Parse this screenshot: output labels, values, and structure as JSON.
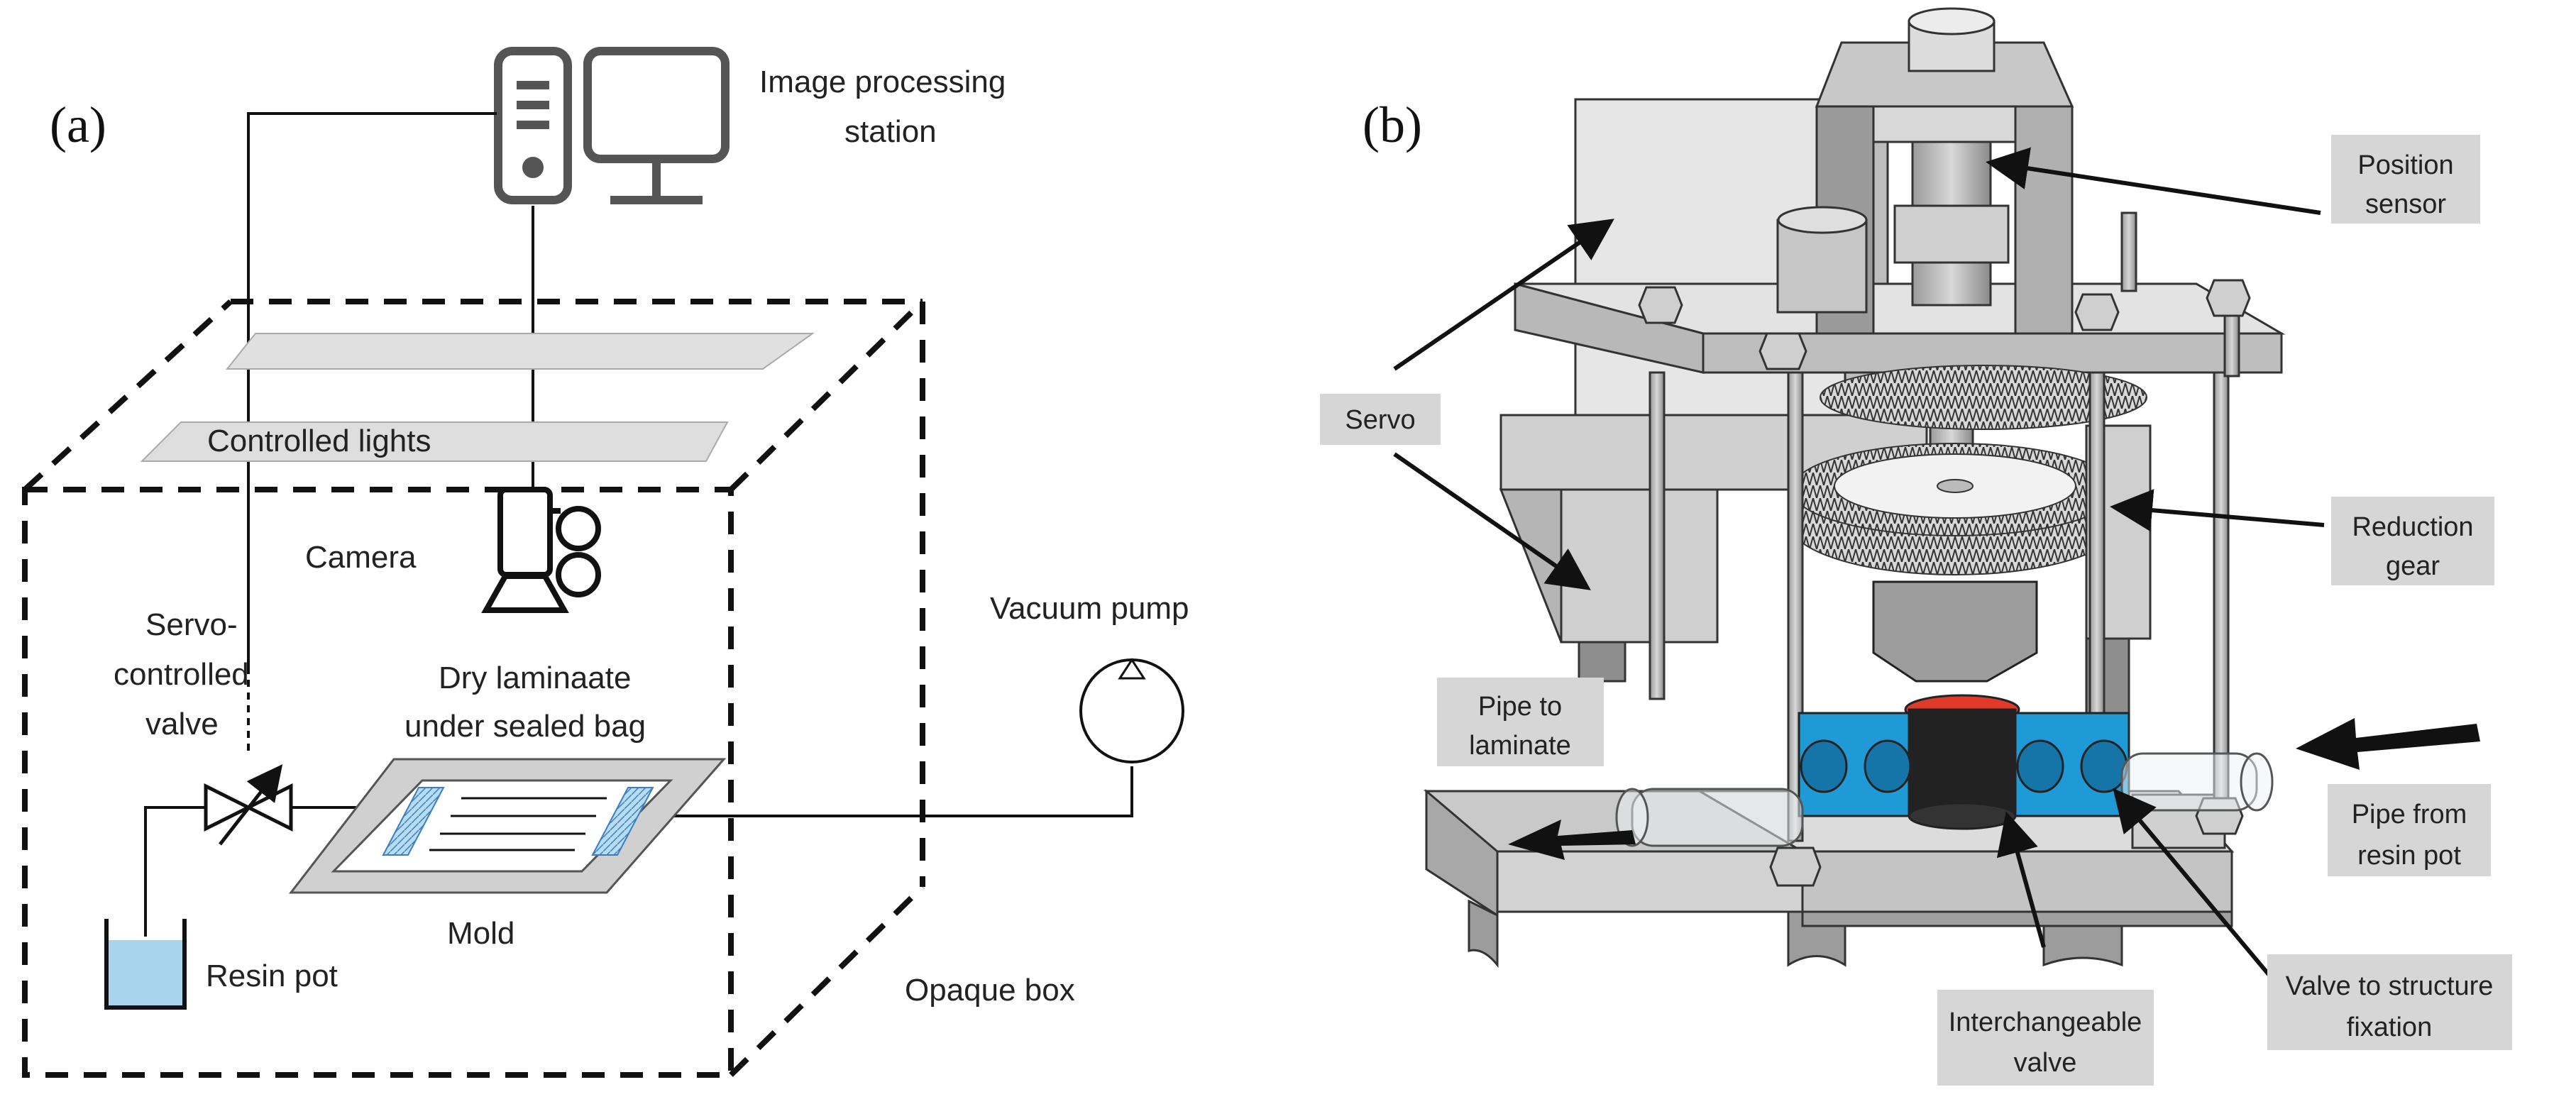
{
  "panel_a": {
    "panel_label": "(a)",
    "labels": {
      "image_processing_line1": "Image processing",
      "image_processing_line2": "station",
      "controlled_lights": "Controlled lights",
      "camera": "Camera",
      "servo_valve_line1": "Servo-",
      "servo_valve_line2": "controlled",
      "servo_valve_line3": "valve",
      "dry_laminate_line1": "Dry laminaate",
      "dry_laminate_line2": "under sealed bag",
      "vacuum_pump": "Vacuum pump",
      "mold": "Mold",
      "resin_pot": "Resin pot",
      "opaque_box": "Opaque box"
    }
  },
  "panel_b": {
    "panel_label": "(b)",
    "callouts": {
      "position_sensor_line1": "Position",
      "position_sensor_line2": "sensor",
      "servo": "Servo",
      "reduction_gear_line1": "Reduction",
      "reduction_gear_line2": "gear",
      "pipe_to_laminate_line1": "Pipe to",
      "pipe_to_laminate_line2": "laminate",
      "pipe_from_resin_line1": "Pipe from",
      "pipe_from_resin_line2": "resin pot",
      "interchangeable_valve_line1": "Interchangeable",
      "interchangeable_valve_line2": "valve",
      "valve_fixation_line1": "Valve to structure",
      "valve_fixation_line2": "fixation"
    }
  },
  "colors": {
    "line": "#111111",
    "gray_plate": "#d4d4d4",
    "resin_blue": "#a8d4ee",
    "valve_blue": "#1f9ad6",
    "valve_red": "#e03a2a",
    "callout_gray": "#d6d6d6"
  }
}
